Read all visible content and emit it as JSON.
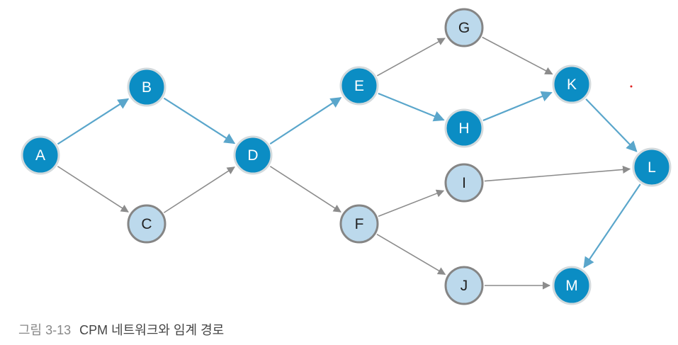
{
  "caption": {
    "figure_number": "그림 3-13",
    "title": "CPM 네트워크와 임계 경로"
  },
  "colors": {
    "critical_fill": "#0b8dc4",
    "critical_border": "#d3dadd",
    "critical_text": "#ffffff",
    "normal_fill": "#bcd9ec",
    "normal_border": "#858585",
    "normal_text": "#222222",
    "critical_edge": "#5aa6cb",
    "normal_edge": "#8c8c8c"
  },
  "nodes": [
    {
      "id": "A",
      "critical": true
    },
    {
      "id": "B",
      "critical": true
    },
    {
      "id": "C",
      "critical": false
    },
    {
      "id": "D",
      "critical": true
    },
    {
      "id": "E",
      "critical": true
    },
    {
      "id": "F",
      "critical": false
    },
    {
      "id": "G",
      "critical": false
    },
    {
      "id": "H",
      "critical": true
    },
    {
      "id": "I",
      "critical": false
    },
    {
      "id": "J",
      "critical": false
    },
    {
      "id": "K",
      "critical": true
    },
    {
      "id": "L",
      "critical": true
    },
    {
      "id": "M",
      "critical": true
    }
  ],
  "edges": [
    {
      "from": "A",
      "to": "B",
      "critical": true
    },
    {
      "from": "A",
      "to": "C",
      "critical": false
    },
    {
      "from": "B",
      "to": "D",
      "critical": true
    },
    {
      "from": "C",
      "to": "D",
      "critical": false
    },
    {
      "from": "D",
      "to": "E",
      "critical": true
    },
    {
      "from": "D",
      "to": "F",
      "critical": false
    },
    {
      "from": "E",
      "to": "G",
      "critical": false
    },
    {
      "from": "E",
      "to": "H",
      "critical": true
    },
    {
      "from": "G",
      "to": "K",
      "critical": false
    },
    {
      "from": "H",
      "to": "K",
      "critical": true
    },
    {
      "from": "K",
      "to": "L",
      "critical": true
    },
    {
      "from": "F",
      "to": "I",
      "critical": false
    },
    {
      "from": "F",
      "to": "J",
      "critical": false
    },
    {
      "from": "I",
      "to": "L",
      "critical": false
    },
    {
      "from": "J",
      "to": "M",
      "critical": false
    },
    {
      "from": "L",
      "to": "M",
      "critical": true
    }
  ]
}
